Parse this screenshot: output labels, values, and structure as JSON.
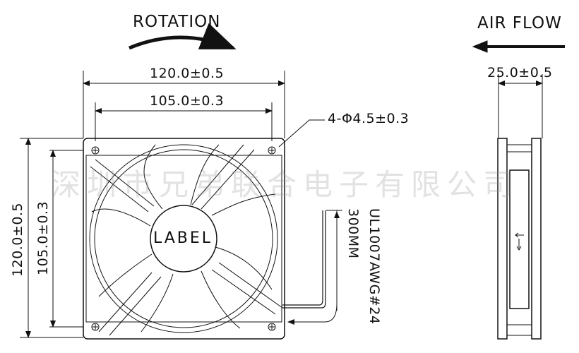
{
  "title_rotation": "ROTATION",
  "title_airflow": "AIR FLOW",
  "dims": {
    "width_outer": "120.0±0.5",
    "width_hole": "105.0±0.3",
    "height_outer": "120.0±0.5",
    "height_hole": "105.0±0.3",
    "thickness": "25.0±0.5",
    "holes": "4-Φ4.5±0.3"
  },
  "hub_label": "LABEL",
  "wire": {
    "length": "300MM",
    "spec": "UL1007AWG#24"
  },
  "watermark": "深圳市兄弟联合电子有限公司"
}
